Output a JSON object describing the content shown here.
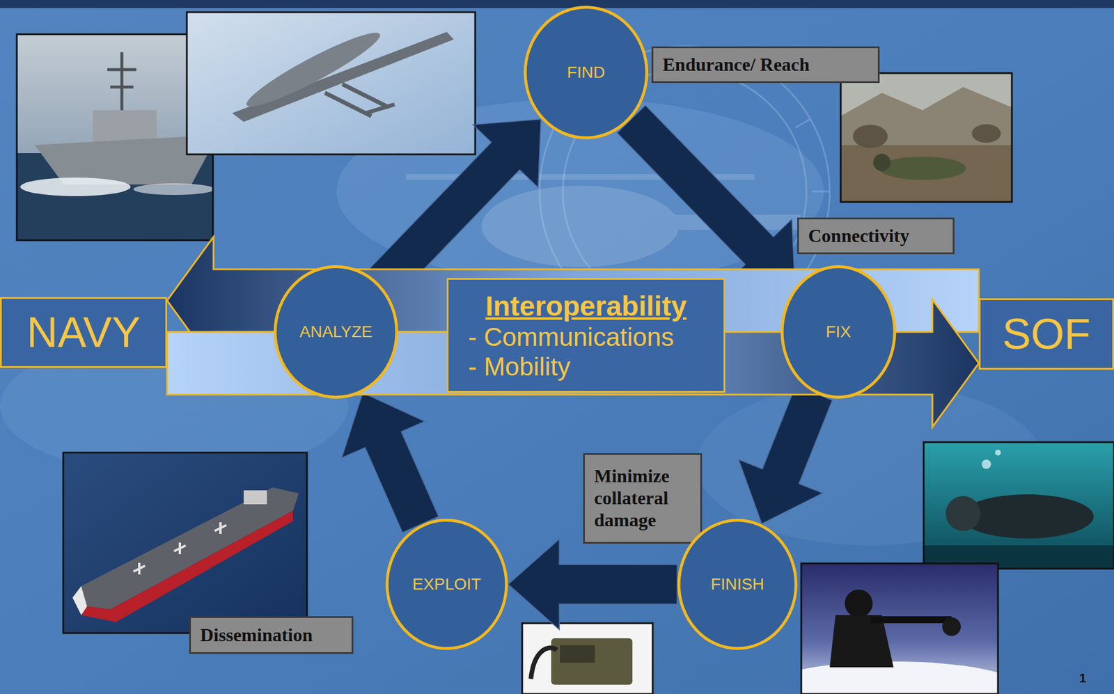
{
  "diagram": {
    "nodes": [
      {
        "text": [
          "FIND"
        ]
      },
      {
        "text": [
          "Endurance/ Reach"
        ]
      },
      {
        "text": [
          "Connectivity"
        ]
      },
      {
        "text": [
          "NAVY"
        ]
      },
      {
        "text": [
          "ANALYZE"
        ]
      },
      {
        "text": [
          "Interoperability",
          "- Communications",
          "- Mobility"
        ]
      },
      {
        "text": [
          "FIX"
        ]
      },
      {
        "text": [
          "SOF"
        ]
      },
      {
        "text": [
          "Minimize collateral damage"
        ]
      },
      {
        "text": [
          "FINISH"
        ]
      },
      {
        "text": [
          "EXPLOIT"
        ]
      },
      {
        "text": [
          "Dissemination"
        ]
      }
    ],
    "edges": [
      {
        "from": 0,
        "to": 6,
        "arrow": "to"
      },
      {
        "from": 6,
        "to": 9,
        "arrow": "to"
      },
      {
        "from": 9,
        "to": 10,
        "arrow": "to"
      },
      {
        "from": 10,
        "to": 4,
        "arrow": "to"
      },
      {
        "from": 4,
        "to": 0,
        "arrow": "to"
      },
      {
        "from": 7,
        "to": 3,
        "arrow": "to"
      },
      {
        "from": 3,
        "to": 7,
        "arrow": "to"
      }
    ],
    "labels": [
      "1"
    ]
  }
}
